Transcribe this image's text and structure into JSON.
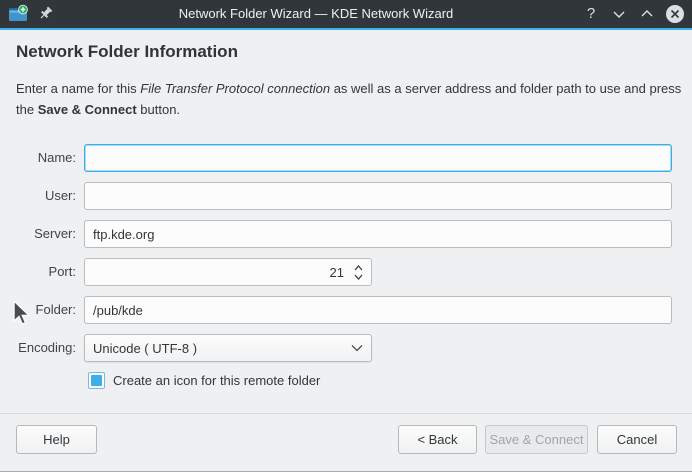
{
  "titlebar": {
    "title": "Network Folder Wizard — KDE Network Wizard",
    "help_symbol": "?"
  },
  "header": {
    "title": "Network Folder Information"
  },
  "intro": {
    "part1": "Enter a name for this ",
    "italic": "File Transfer Protocol connection",
    "part2": " as well as a server address and folder path to use and press the ",
    "bold": "Save & Connect",
    "part3": " button."
  },
  "form": {
    "name": {
      "label": "Name:",
      "value": ""
    },
    "user": {
      "label": "User:",
      "value": ""
    },
    "server": {
      "label": "Server:",
      "value": "ftp.kde.org"
    },
    "port": {
      "label": "Port:",
      "value": "21"
    },
    "folder": {
      "label": "Folder:",
      "value": "/pub/kde"
    },
    "encoding": {
      "label": "Encoding:",
      "value": "Unicode ( UTF-8 )"
    },
    "create_icon_checkbox": {
      "label": "Create an icon for this remote folder",
      "checked": true
    }
  },
  "buttons": {
    "help": "Help",
    "back": "< Back",
    "save": "Save & Connect",
    "cancel": "Cancel"
  },
  "colors": {
    "accent": "#3daee9",
    "titlebar_bg": "#31363b",
    "window_bg": "#eff0f1"
  }
}
